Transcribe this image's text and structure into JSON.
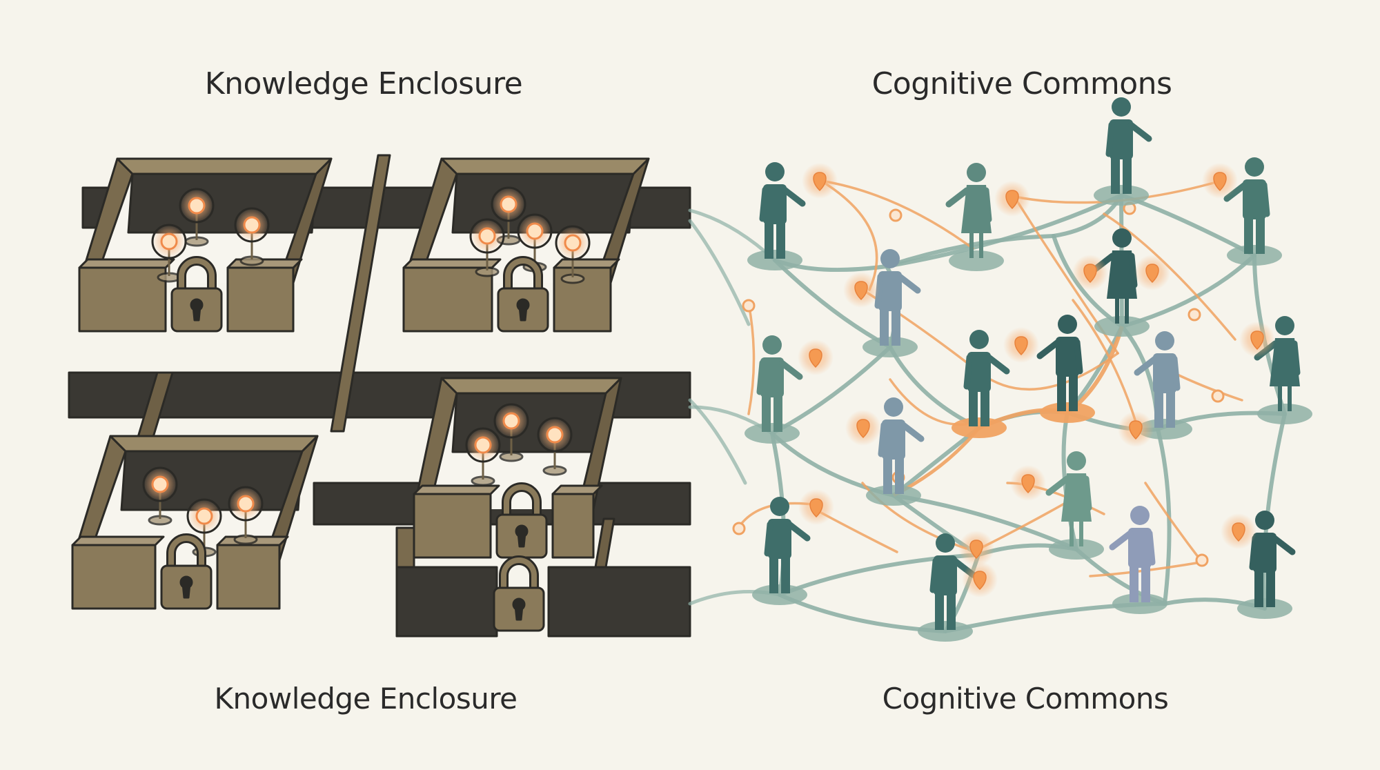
{
  "captions": {
    "enclosure_top": "Knowledge Enclosure",
    "commons_top": "Cognitive Commons",
    "enclosure_bottom": "Knowledge Enclosure",
    "commons_bottom": "Cognitive Commons"
  },
  "icons": {
    "enclosure": "padlock-icon",
    "knowledge": "lightbulb-icon",
    "person": "person-icon"
  },
  "colors": {
    "background": "#f6f4ec",
    "wall": "#8a7a5a",
    "wall_dark": "#3a3833",
    "network": "#8fb0a6",
    "knowledge_flow": "#f0a262",
    "glow": "#f7b27a",
    "person": "#3f6e6a"
  }
}
